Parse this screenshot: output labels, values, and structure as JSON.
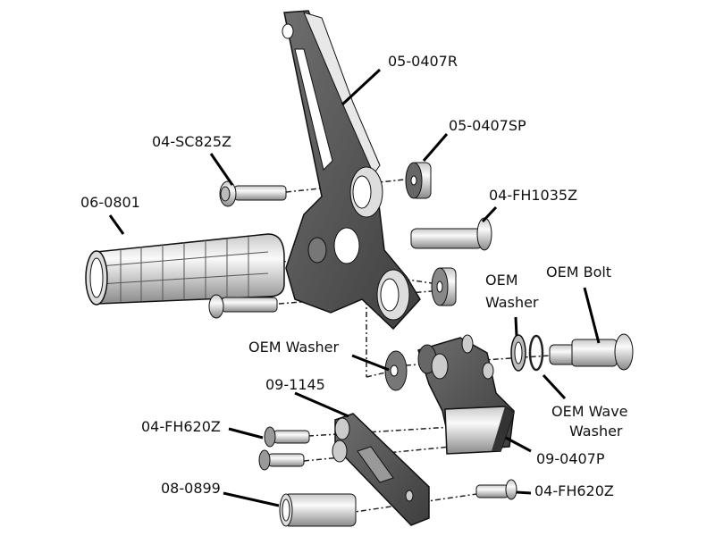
{
  "diagram": {
    "title": "Exploded view of rearset footpeg assembly",
    "labels": {
      "p0": "05-0407R",
      "p1": "05-0407SP",
      "p2": "04-SC825Z",
      "p3": "06-0801",
      "p4": "04-FH1035Z",
      "p5": "OEM Bolt",
      "p6a": "OEM",
      "p6b": "Washer",
      "p7": "OEM Washer",
      "p8": "09-1145",
      "p9a": "OEM Wave",
      "p9b": "Washer",
      "p10": "04-FH620Z",
      "p11": "09-0407P",
      "p12": "08-0899",
      "p13": "04-FH620Z"
    },
    "colors": {
      "dark_part": "#5a5a5a",
      "light_part": "#e6e6e6",
      "outline": "#1a1a1a",
      "leader": "#000000"
    }
  }
}
